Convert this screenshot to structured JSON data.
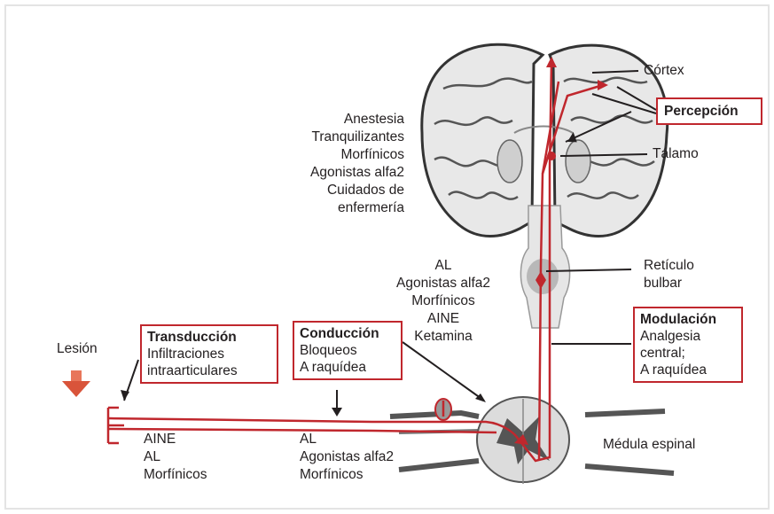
{
  "labels": {
    "cortex": "Córtex",
    "talamo": "Tálamo",
    "reticulo": [
      "Retículo",
      "bulbar"
    ],
    "medula": "Médula espinal",
    "lesion": "Lesión",
    "brain_drugs": [
      "Anestesia",
      "Tranquilizantes",
      "Morfínicos",
      "Agonistas alfa2",
      "Cuidados de",
      "enfermería"
    ],
    "bulbar_drugs": [
      "AL",
      "Agonistas alfa2",
      "Morfínicos",
      "AINE",
      "Ketamina"
    ],
    "peripheral_drugs": [
      "AINE",
      "AL",
      "Morfínicos"
    ],
    "conduction_drugs": [
      "AL",
      "Agonistas alfa2",
      "Morfínicos"
    ]
  },
  "boxes": {
    "percepcion": {
      "title": "Percepción"
    },
    "transduccion": {
      "title": "Transducción",
      "lines": [
        "Infiltraciones",
        "intraarticulares"
      ]
    },
    "conduccion": {
      "title": "Conducción",
      "lines": [
        "Bloqueos",
        "A raquídea"
      ]
    },
    "modulacion": {
      "title": "Modulación",
      "lines": [
        "Analgesia",
        "central;",
        "A raquídea"
      ]
    }
  },
  "colors": {
    "pathway": "#c0272d",
    "ink": "#231f20",
    "brain_fill": "#e6e6e6",
    "brain_outline": "#3a3a3a"
  }
}
